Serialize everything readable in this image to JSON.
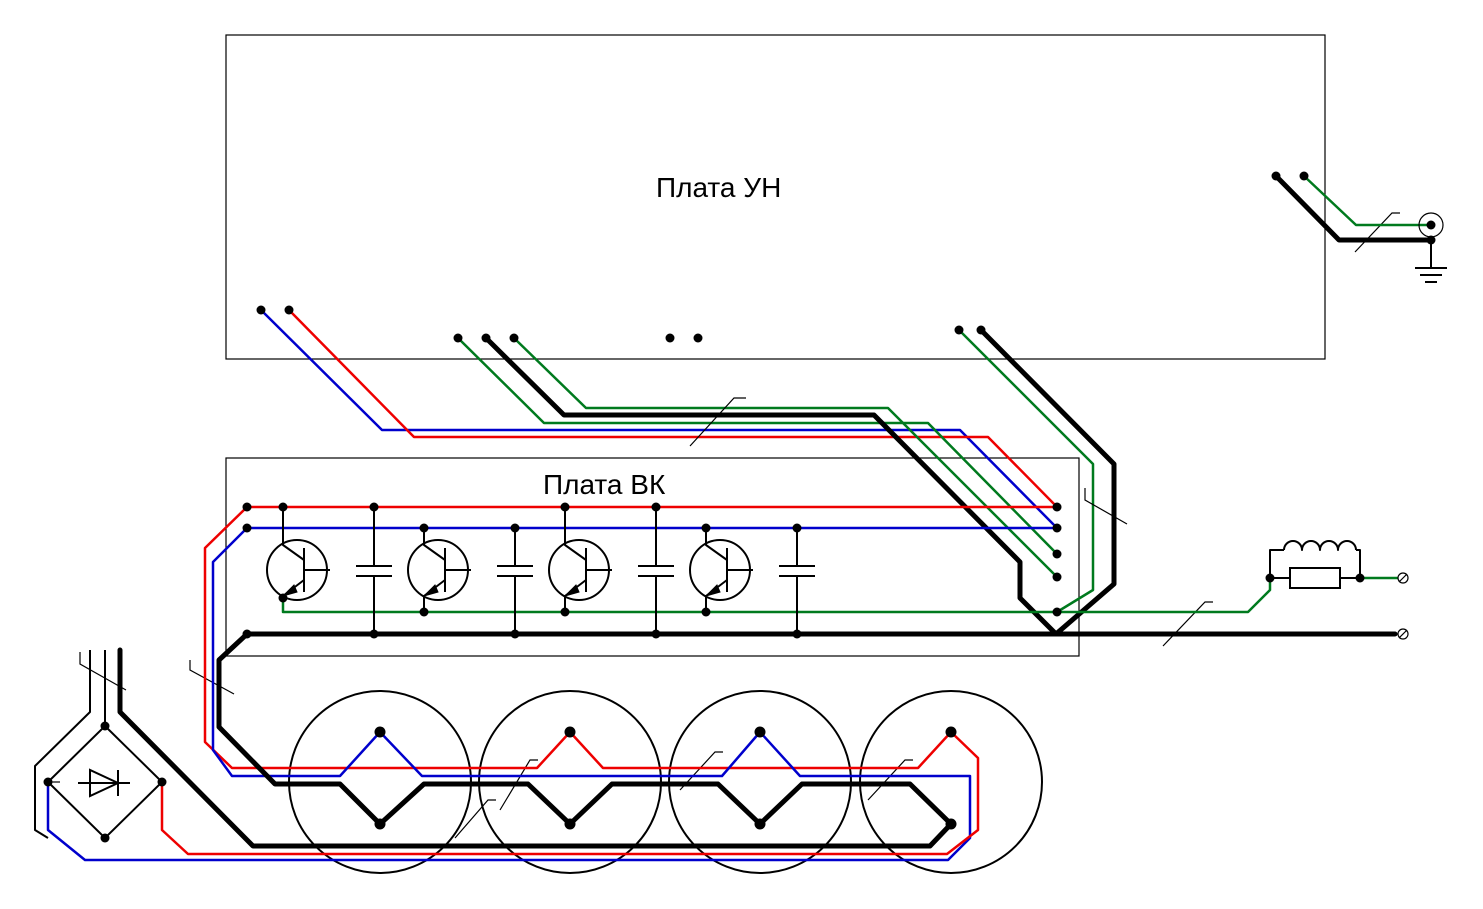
{
  "boards": {
    "un_label": "Плата УН",
    "vk_label": "Плата ВК"
  },
  "colors": {
    "red": "#ee0000",
    "blue": "#0000cc",
    "green": "#007a1e",
    "black": "#000000"
  },
  "components": [
    "transistor",
    "capacitor",
    "transistor",
    "capacitor",
    "transistor",
    "capacitor",
    "transistor",
    "capacitor",
    "diode-bridge",
    "inductor",
    "resistor",
    "ground",
    "jack-connector",
    "speaker",
    "speaker",
    "speaker",
    "speaker"
  ]
}
